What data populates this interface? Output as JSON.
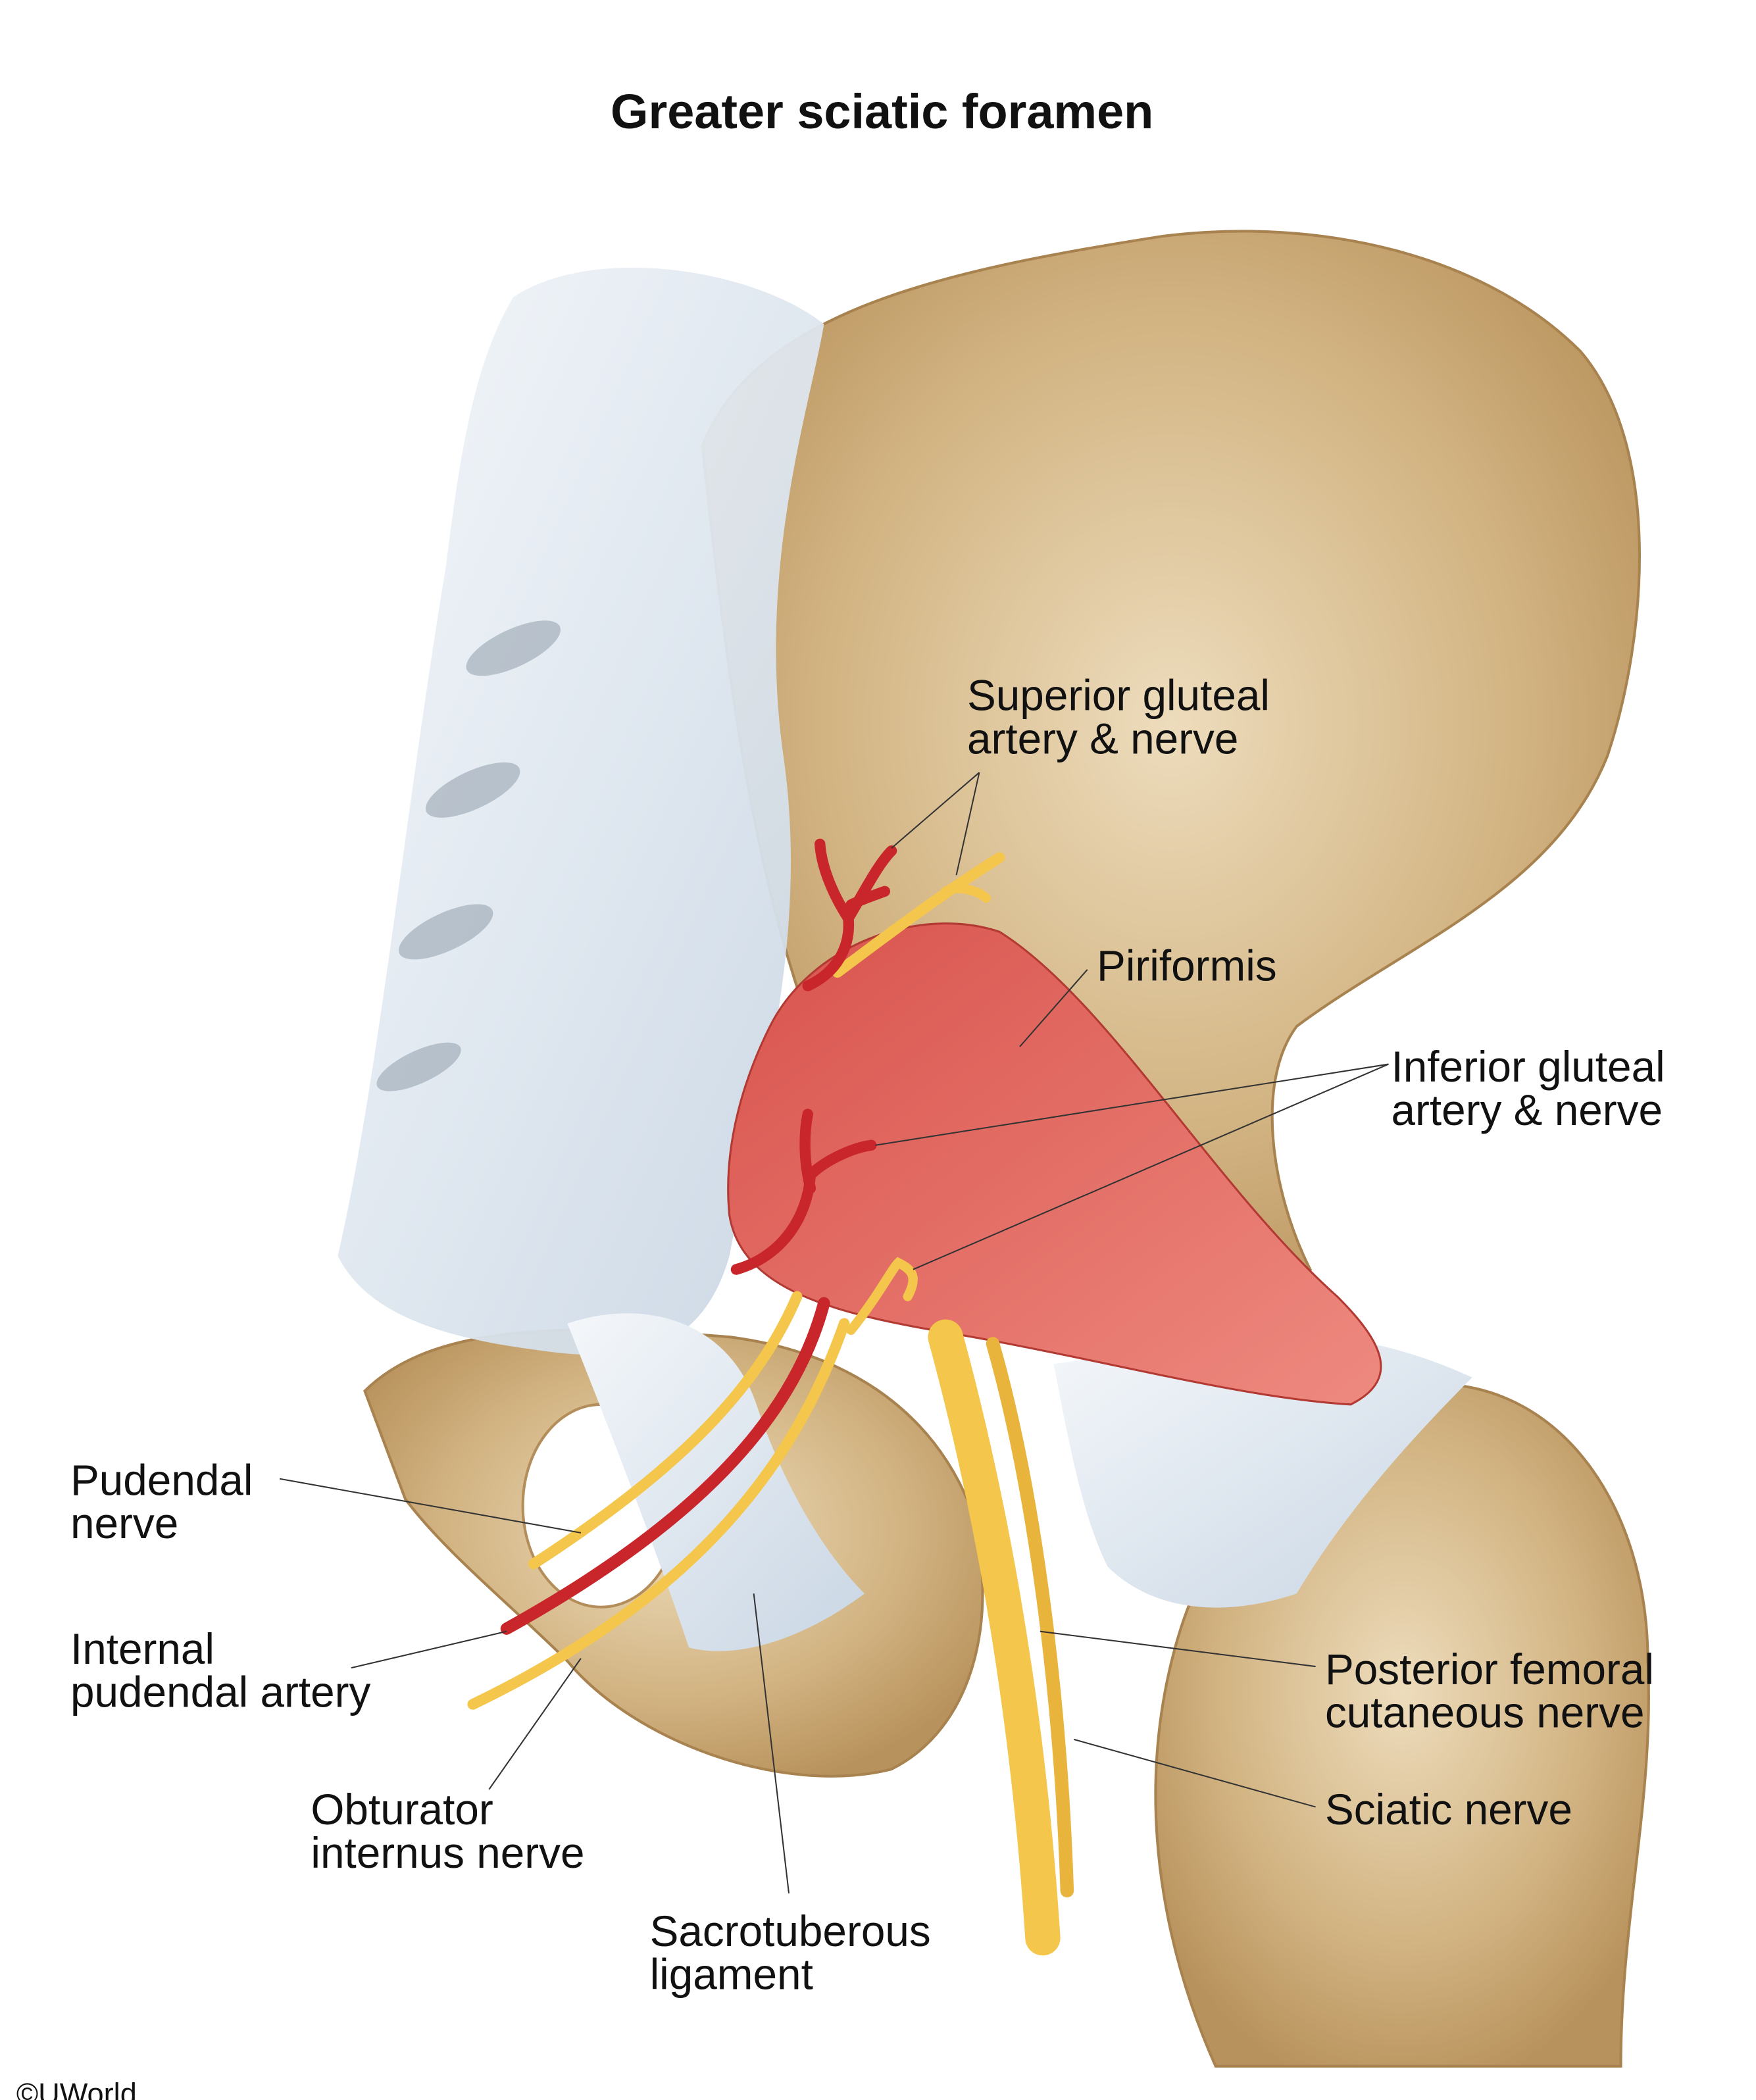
{
  "title": "Greater sciatic foramen",
  "labels": {
    "superior_gluteal": [
      "Superior gluteal",
      "artery & nerve"
    ],
    "piriformis": [
      "Piriformis"
    ],
    "inferior_gluteal": [
      "Inferior gluteal",
      "artery & nerve"
    ],
    "pudendal_nerve": [
      "Pudendal",
      "nerve"
    ],
    "internal_pudendal_artery": [
      "Internal",
      "pudendal artery"
    ],
    "obturator_internus_nerve": [
      "Obturator",
      "internus nerve"
    ],
    "sacrotuberous_ligament": [
      "Sacrotuberous",
      "ligament"
    ],
    "posterior_femoral_cutaneous_nerve": [
      "Posterior femoral",
      "cutaneous nerve"
    ],
    "sciatic_nerve": [
      "Sciatic nerve"
    ]
  },
  "copyright": "©UWorld",
  "colors": {
    "bone": "#cfae7e",
    "bone_light": "#eddcbc",
    "ligament": "#dfe7f0",
    "muscle": "#e06a60",
    "nerve": "#f4c64c",
    "artery": "#c8262b"
  }
}
